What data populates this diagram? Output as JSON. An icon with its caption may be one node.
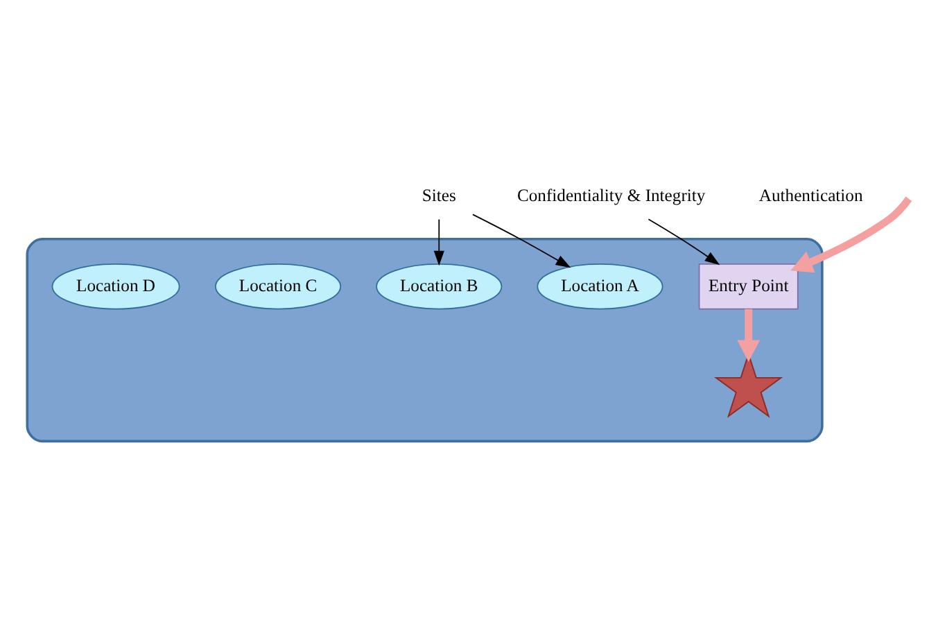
{
  "diagram": {
    "nodes": [
      {
        "text": [
          "Sites"
        ]
      },
      {
        "text": [
          "Confidentiality & Integrity"
        ]
      },
      {
        "text": [],
        "shape": "cloud"
      },
      {
        "text": [
          "Location A"
        ],
        "in": 2
      },
      {
        "text": [
          "Location B"
        ],
        "in": 2
      },
      {
        "text": [
          "Entry Point"
        ],
        "in": 2
      },
      {
        "text": [],
        "shape": "cross",
        "in": 2
      },
      {
        "text": [
          "Location C"
        ],
        "in": 2
      },
      {
        "text": [
          "Location D"
        ],
        "in": 2
      }
    ],
    "edges": [
      {
        "from": 0,
        "to": 3,
        "arrow": "to"
      },
      {
        "from": 0,
        "to": 4,
        "arrow": "to"
      },
      {
        "from": 1,
        "to": 5,
        "arrow": "to"
      },
      {
        "from": null,
        "to": 5,
        "arrow": "to",
        "style": "thick",
        "color": "#f4a0a0"
      },
      {
        "from": 5,
        "to": 6,
        "arrow": "to",
        "style": "thick",
        "color": "#f4a0a0"
      }
    ],
    "labels": [
      "Authentication"
    ]
  }
}
